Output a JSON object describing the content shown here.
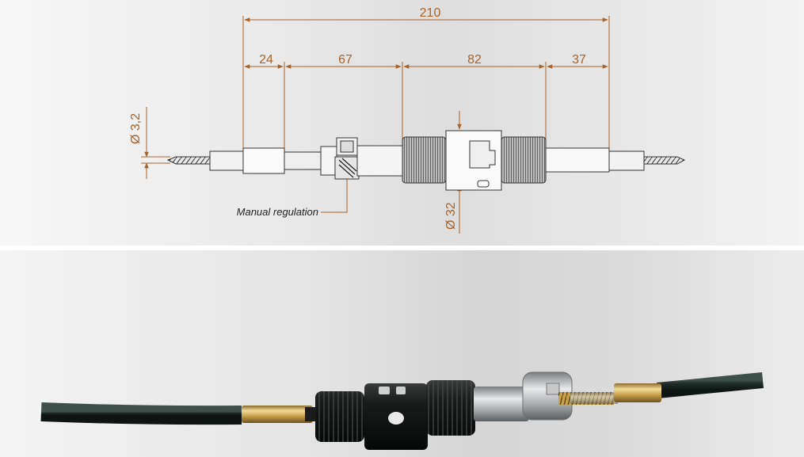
{
  "drawing": {
    "dimensions": {
      "overall": "210",
      "seg1": "24",
      "seg2": "67",
      "seg3": "82",
      "seg4": "37"
    },
    "diameter_small": "Ø 3,2",
    "diameter_large": "Ø 32",
    "callout": "Manual regulation"
  },
  "colors": {
    "dimension": "#a8622a",
    "outline": "#333333",
    "cable": "#1d2a26",
    "brass": "#c9a24a"
  }
}
